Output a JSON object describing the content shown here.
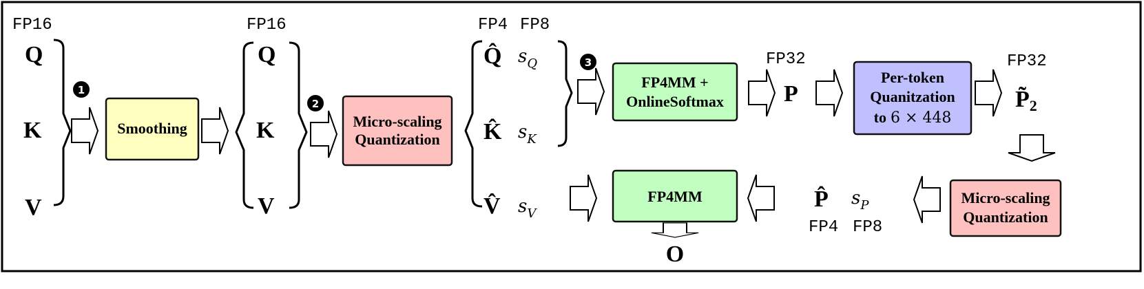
{
  "colors": {
    "smoothing": "#ffffc0",
    "quantization": "#ffc0c0",
    "matmul": "#c0ffc0",
    "per_token": "#c0c0ff"
  },
  "input": {
    "precision": "FP16",
    "q": "Q",
    "k": "K",
    "v": "V"
  },
  "step1": {
    "badge": "1",
    "box": "Smoothing"
  },
  "smoothed": {
    "precision": "FP16",
    "q": "Q",
    "k": "K",
    "v": "V"
  },
  "step2": {
    "badge": "2",
    "box_line1": "Micro-scaling",
    "box_line2": "Quantization"
  },
  "quantized": {
    "precision_values": "FP4",
    "precision_scales": "FP8",
    "q": "Q̂",
    "k": "K̂",
    "v": "V̂",
    "s": "s",
    "sq": "Q",
    "sk": "K",
    "sv": "V"
  },
  "step3": {
    "badge": "3",
    "box_line1": "FP4MM +",
    "box_line2": "OnlineSoftmax"
  },
  "p": {
    "precision": "FP32",
    "label": "P"
  },
  "per_token": {
    "line1": "Per-token",
    "line2": "Quanitzation",
    "line3_prefix": "to",
    "line3_math": "6 × 448"
  },
  "p2": {
    "precision": "FP32",
    "label": "P̃",
    "sub": "2"
  },
  "quant2": {
    "line1": "Micro-scaling",
    "line2": "Quantization"
  },
  "p_hat": {
    "label": "P̂",
    "s": "s",
    "sp": "P",
    "precision_values": "FP4",
    "precision_scales": "FP8"
  },
  "fp4mm": {
    "label": "FP4MM"
  },
  "output": {
    "label": "O"
  }
}
